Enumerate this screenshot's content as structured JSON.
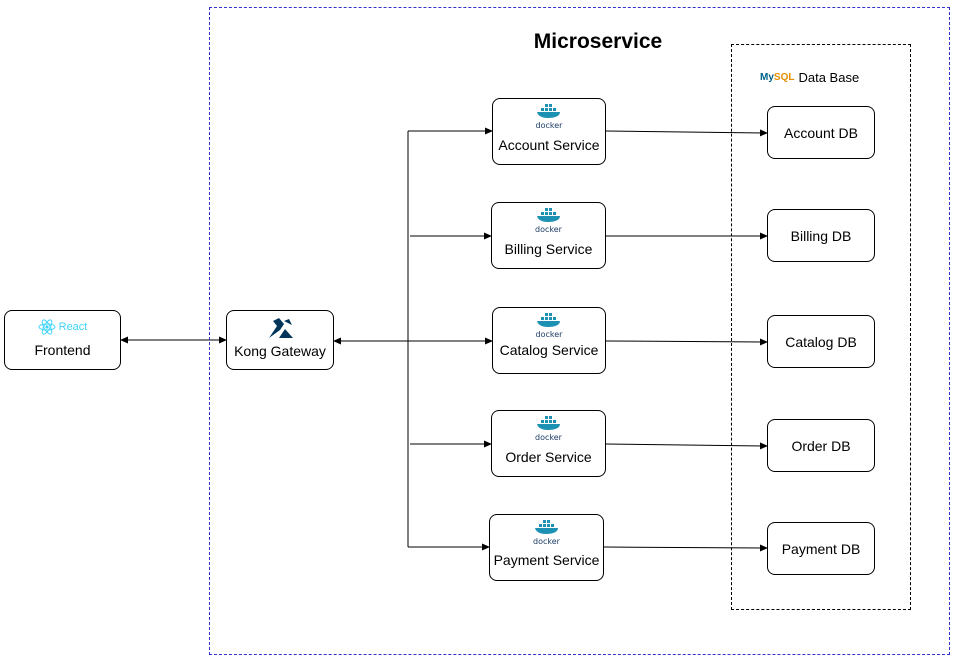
{
  "diagram": {
    "title": "Microservice",
    "database_group": {
      "brand_my": "My",
      "brand_sql": "SQL",
      "label": "Data Base"
    },
    "frontend": {
      "brand": "React",
      "label": "Frontend"
    },
    "gateway": {
      "label": "Kong Gateway"
    },
    "docker_text": "docker",
    "services": [
      {
        "label": "Account Service"
      },
      {
        "label": "Billing Service"
      },
      {
        "label": "Catalog Service"
      },
      {
        "label": "Order Service"
      },
      {
        "label": "Payment Service"
      }
    ],
    "databases": [
      {
        "label": "Account DB"
      },
      {
        "label": "Billing DB"
      },
      {
        "label": "Catalog DB"
      },
      {
        "label": "Order DB"
      },
      {
        "label": "Payment DB"
      }
    ],
    "colors": {
      "microservice_border": "#3333cc",
      "react": "#3fd4f7",
      "docker": "#1d91b4",
      "kong": "#003459",
      "mysql_blue": "#00618a",
      "mysql_orange": "#e48e00"
    }
  }
}
